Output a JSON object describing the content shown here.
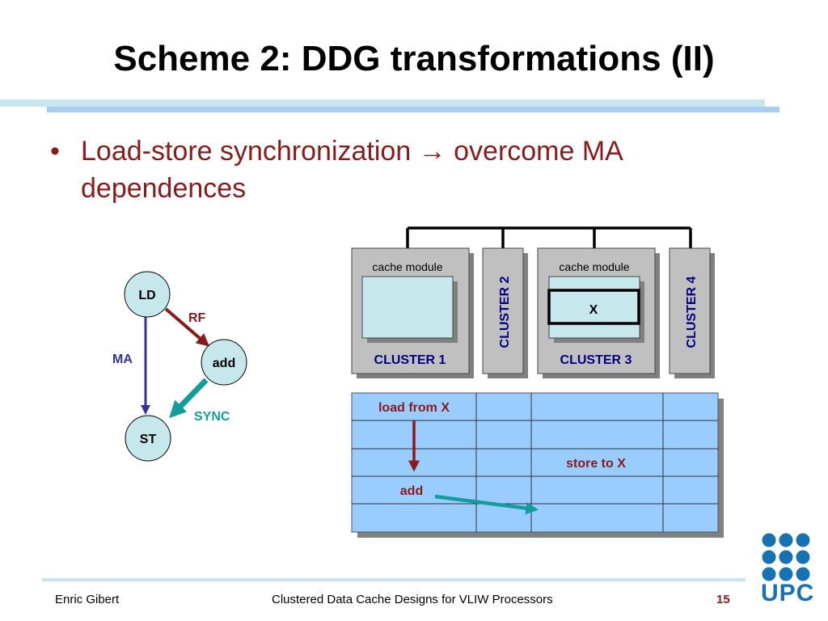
{
  "slide": {
    "title": "Scheme 2: DDG transformations (II)",
    "bullet_marker": "•",
    "bullet_text": "Load-store synchronization → overcome MA dependences"
  },
  "ddg": {
    "nodes": {
      "ld": "LD",
      "add": "add",
      "st": "ST"
    },
    "edges": {
      "rf": "RF",
      "ma": "MA",
      "sync": "SYNC"
    }
  },
  "clusters": {
    "c1_cache_label": "cache module",
    "c1_label": "CLUSTER 1",
    "c2_label": "CLUSTER 2",
    "c3_cache_label": "cache module",
    "c3_label": "CLUSTER 3",
    "c3_cell_label": "X",
    "c4_label": "CLUSTER 4"
  },
  "schedule": {
    "load_label": "load from X",
    "add_label": "add",
    "store_label": "store to X"
  },
  "footer": {
    "author": "Enric Gibert",
    "talk_title": "Clustered Data Cache Designs for VLIW Processors",
    "page": "15"
  },
  "logo": {
    "text": "UPC"
  },
  "colors": {
    "title": "#000000",
    "bullet": "#8b1a1a",
    "node_fill": "#c6e8ec",
    "rf_arrow": "#8b1a1a",
    "ma_arrow": "#333399",
    "sync_arrow": "#139c9c",
    "cluster_box": "#c0c0c0",
    "cache_fill": "#c6e8ec",
    "schedule_fill": "#99ccff",
    "logo": "#1672b0"
  }
}
